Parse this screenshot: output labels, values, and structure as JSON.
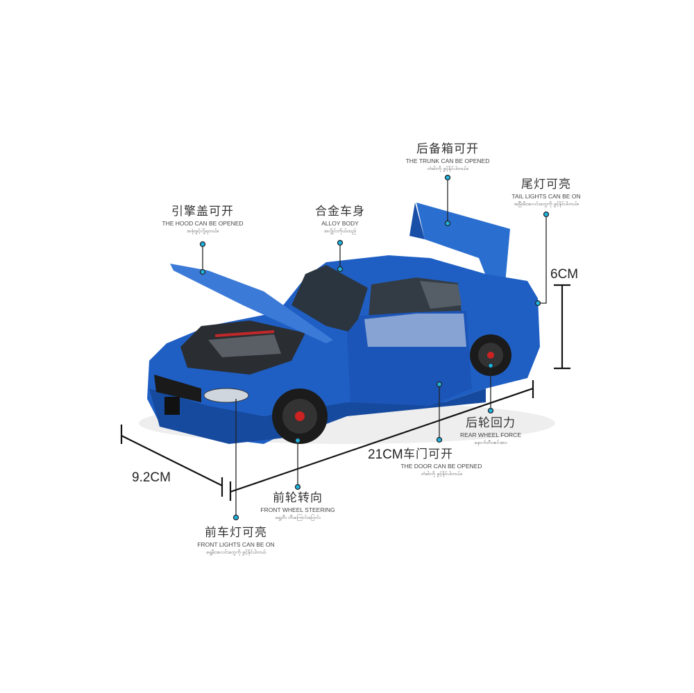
{
  "features": {
    "trunk": {
      "zh": "后备箱可开",
      "en": "THE TRUNK CAN BE OPENED",
      "my": "တံခါးကို ဖွင့်နိုင်ပါတယ်။"
    },
    "tail_lights": {
      "zh": "尾灯可亮",
      "en": "TAIL LIGHTS CAN BE ON",
      "my": "အမြီးမီးအလင်းတွေကို ဖွင့်နိုင်ပါတယ်။"
    },
    "hood": {
      "zh": "引擎盖可开",
      "en": "THE HOOD CAN BE OPENED",
      "my": "အဖုံးဖွင့်လို့ရတယ်။"
    },
    "alloy_body": {
      "zh": "合金车身",
      "en": "ALLOY BODY",
      "my": "အလွိုင်းကိုယ်ထည်"
    },
    "rear_wheel": {
      "zh": "后轮回力",
      "en": "REAR WHEEL FORCE",
      "my": "နောက်ဘီးအင်အား"
    },
    "door": {
      "zh": "车门可开",
      "en": "THE DOOR CAN BE OPENED",
      "my": "တံခါးကို ဖွင့်နိုင်ပါတယ်။"
    },
    "front_wheel": {
      "zh": "前轮转向",
      "en": "FRONT WHEEL STEERING",
      "my": "ရှေ့ဘီး ဘီးကြောင်းပြောင်း"
    },
    "front_lights": {
      "zh": "前车灯可亮",
      "en": "FRONT LIGHTS CAN BE ON",
      "my": "ရှေ့မီးအလင်းတွေကို ဖွင့်နိုင်ပါတယ်"
    }
  },
  "dimensions": {
    "height": "6CM",
    "length": "21CM",
    "width": "9.2CM"
  },
  "colors": {
    "car_blue": "#1f5fc4",
    "dot": "#1fb3e0",
    "line": "#222222"
  }
}
